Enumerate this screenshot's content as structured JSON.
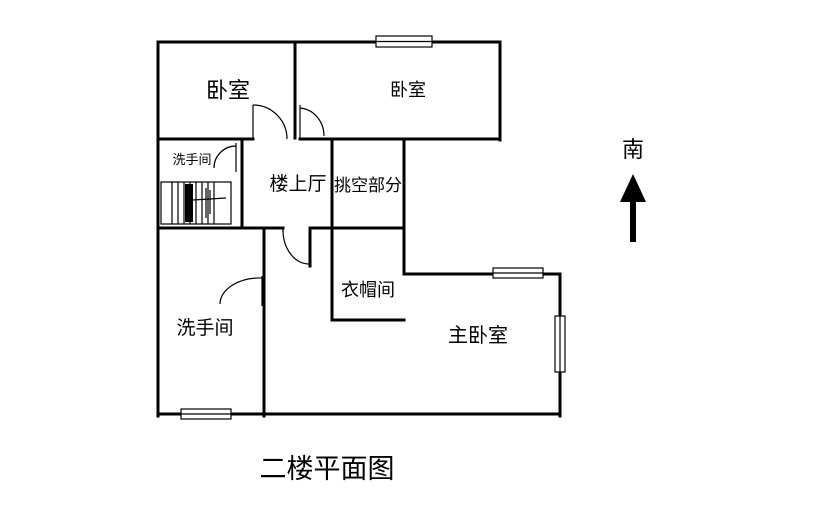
{
  "rooms": {
    "bedroom_left": "卧室",
    "bedroom_right": "卧室",
    "washroom_small": "洗手间",
    "upstairs_hall": "楼上厅",
    "void_section": "挑空部分",
    "cloakroom": "衣帽间",
    "washroom_large": "洗手间",
    "master_bedroom": "主卧室"
  },
  "compass": {
    "label": "南",
    "icon": "north-arrow-icon"
  },
  "caption": "二楼平面图"
}
